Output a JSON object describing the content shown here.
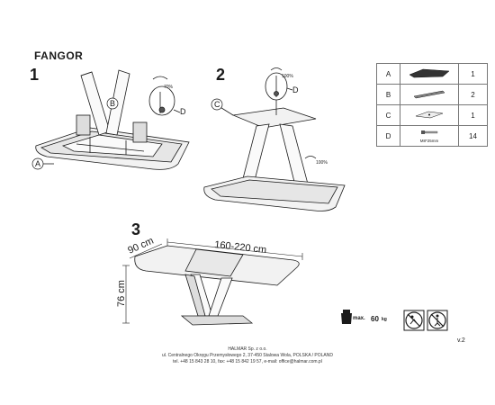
{
  "header": {
    "title": "FANGOR"
  },
  "steps": [
    {
      "number": "1"
    },
    {
      "number": "2"
    },
    {
      "number": "3"
    }
  ],
  "callouts": {
    "a": "A",
    "b": "B",
    "c": "C",
    "d1": "D",
    "d2": "D"
  },
  "rotations": {
    "step1_d": "70%",
    "step2_d": "100%",
    "step2_leg": "100%"
  },
  "dimensions": {
    "length": "160-220 cm",
    "depth": "90 cm",
    "height": "76 cm"
  },
  "parts": [
    {
      "letter": "A",
      "qty": "1",
      "spec": ""
    },
    {
      "letter": "B",
      "qty": "2",
      "spec": ""
    },
    {
      "letter": "C",
      "qty": "1",
      "spec": ""
    },
    {
      "letter": "D",
      "qty": "14",
      "spec": "M8*25mm"
    }
  ],
  "max_load": {
    "label": "max.",
    "value": "60",
    "unit": "kg"
  },
  "footer": {
    "company": "HALMAR Sp. z o.o.",
    "address": "ul. Centralnego Okręgu Przemysłowego 2, 37-450 Stalowa Wola, POLSKA / POLAND",
    "contact": "tel. +48 15 843 28 10, fax: +48 15 842 19 57, e-mail: office@halmar.com.pl"
  },
  "version": "v.2",
  "colors": {
    "line": "#1a1a1a",
    "fill_dark": "#333333",
    "fill_light": "#f2f2f2"
  }
}
